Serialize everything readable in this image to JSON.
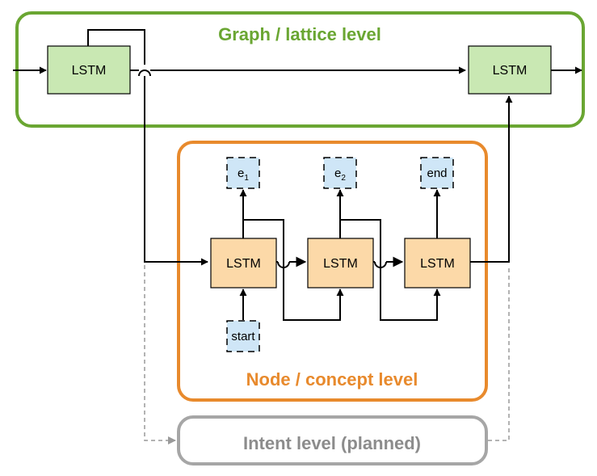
{
  "levels": {
    "graph": {
      "title": "Graph / lattice level",
      "color": "#6aa632"
    },
    "node": {
      "title": "Node / concept level",
      "color": "#e88a2d"
    },
    "intent": {
      "title": "Intent level (planned)",
      "color": "#a6a6a6"
    }
  },
  "cells": {
    "lstm_label": "LSTM",
    "graph_fill": "#c9e8b3",
    "node_fill": "#fcd9a8"
  },
  "tokens": {
    "fill": "#cfe6f7",
    "e1": {
      "base": "e",
      "sub": "1"
    },
    "e2": {
      "base": "e",
      "sub": "2"
    },
    "end": "end",
    "start": "start"
  }
}
